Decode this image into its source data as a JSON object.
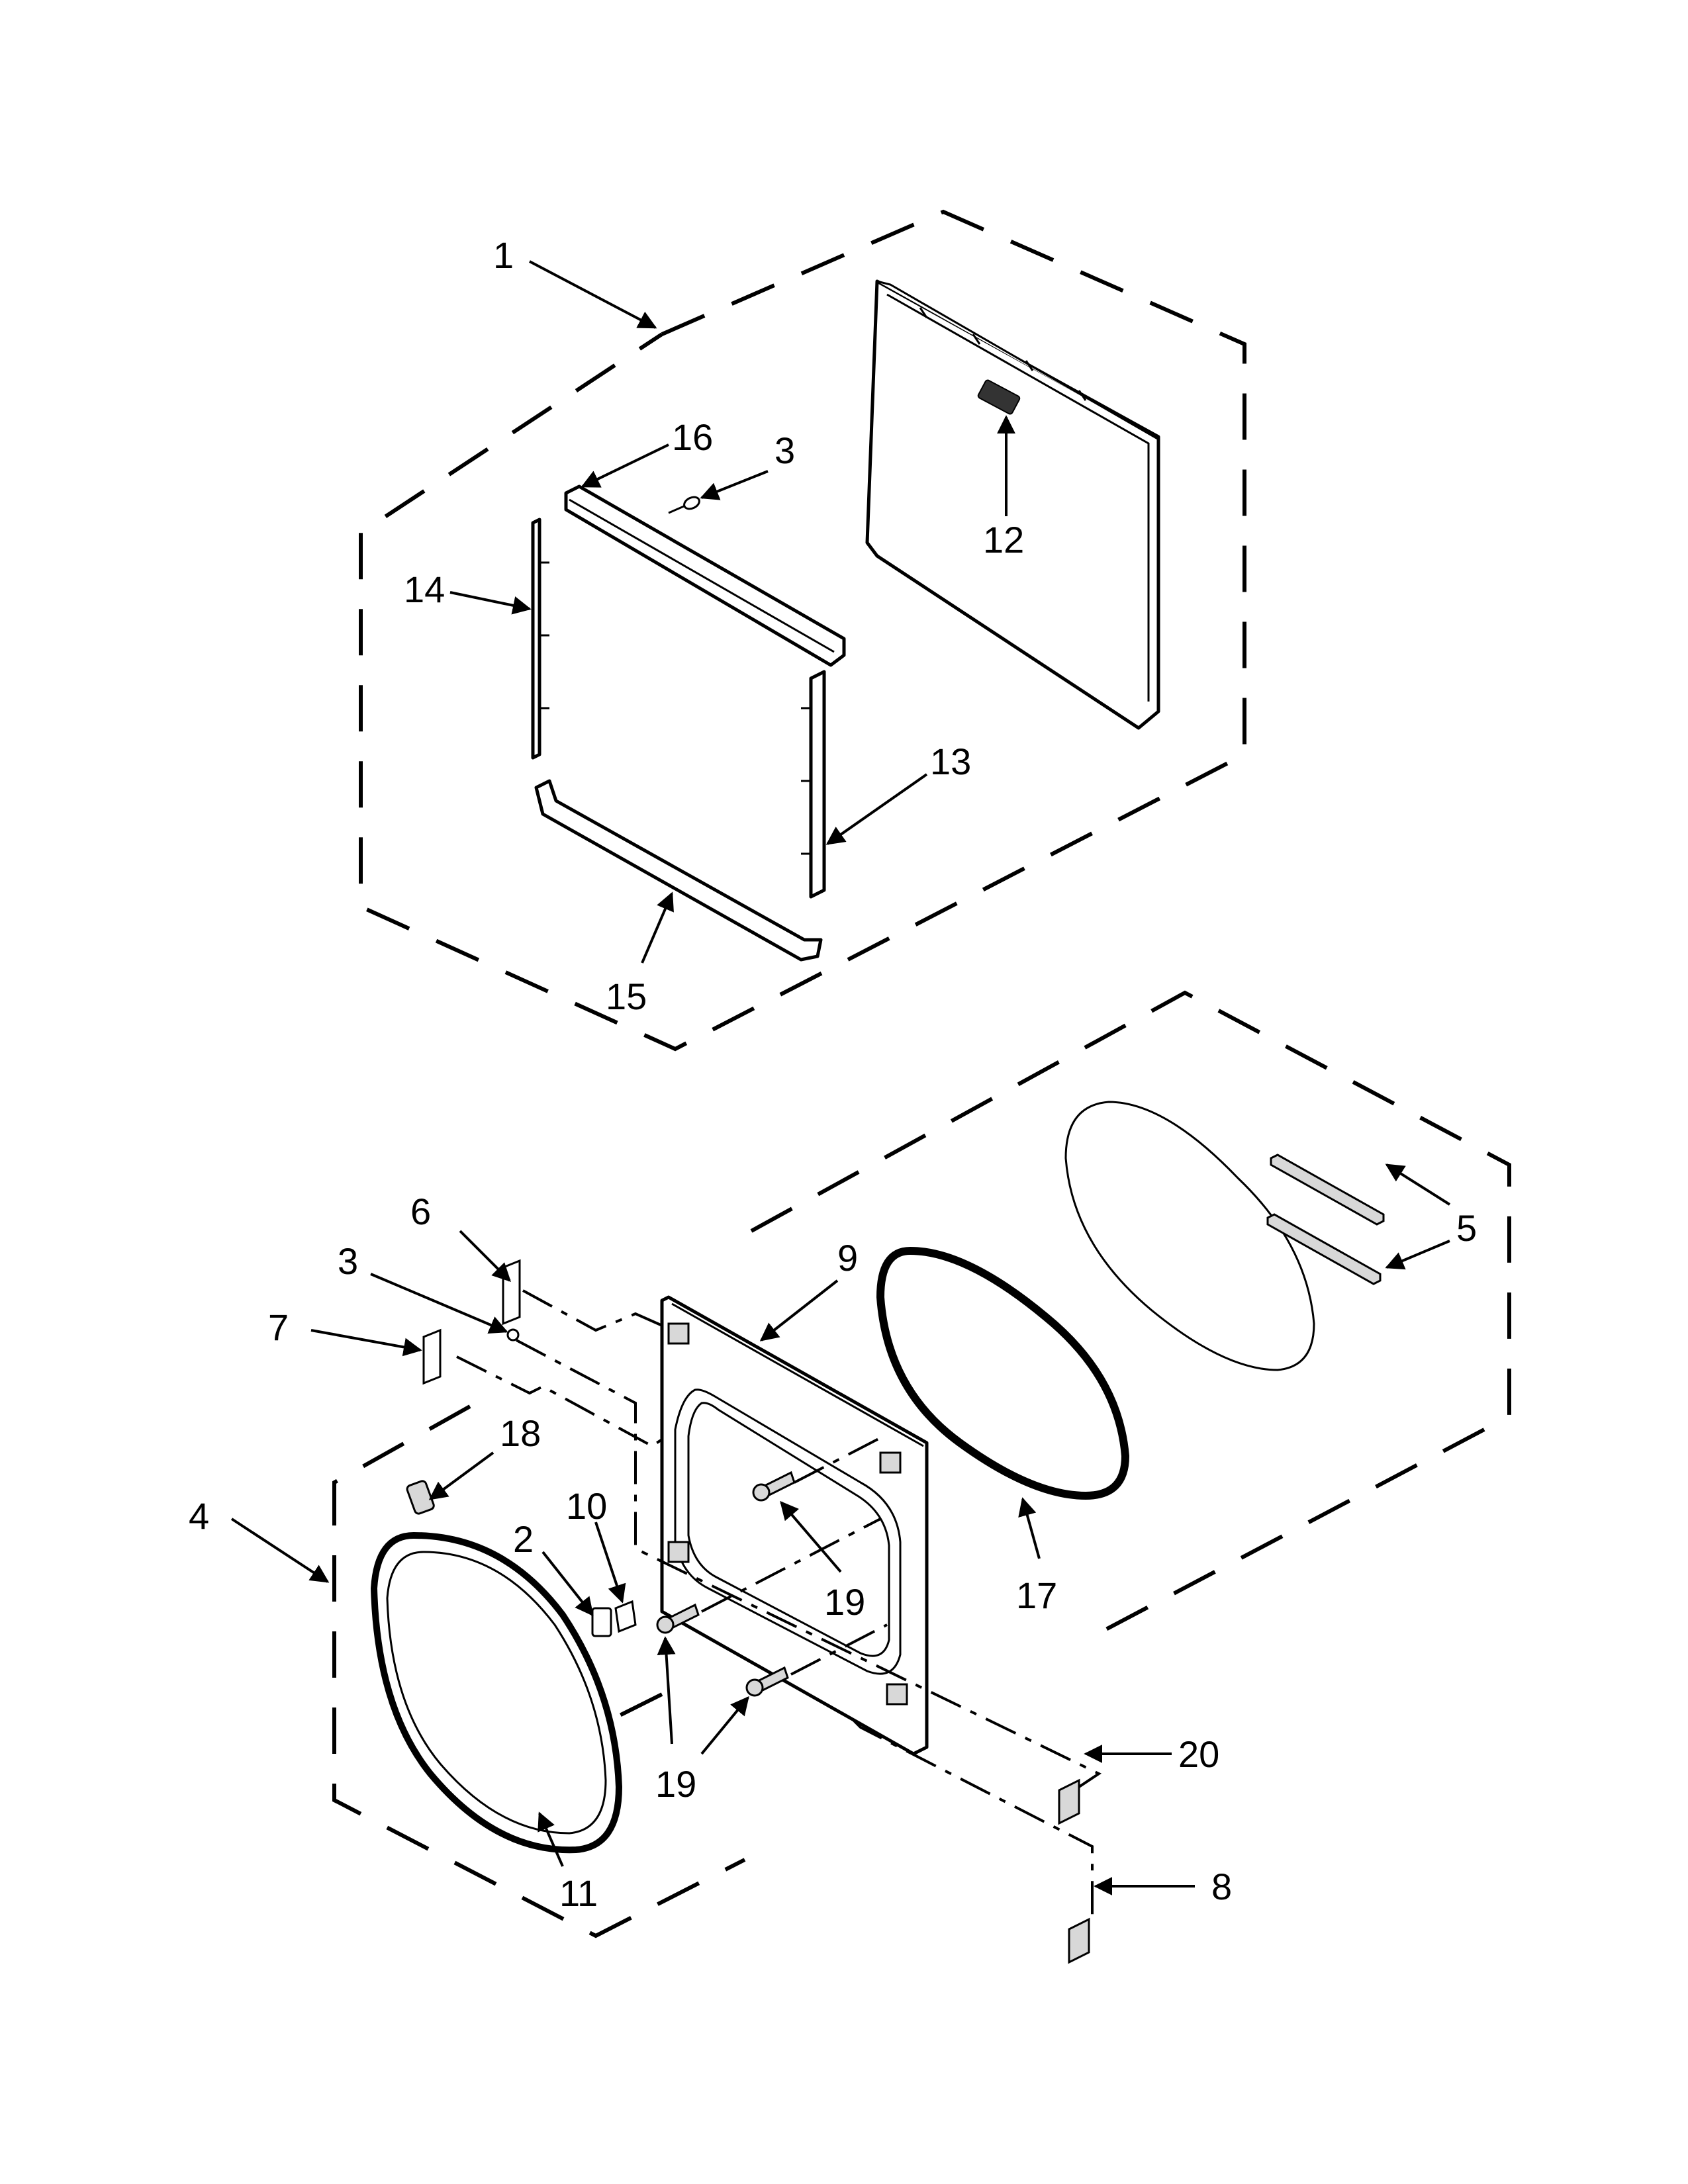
{
  "callouts": {
    "c1": "1",
    "c2": "2",
    "c3a": "3",
    "c3b": "3",
    "c4": "4",
    "c5": "5",
    "c6": "6",
    "c7": "7",
    "c8": "8",
    "c9": "9",
    "c10": "10",
    "c11": "11",
    "c12": "12",
    "c13": "13",
    "c14": "14",
    "c15": "15",
    "c16": "16",
    "c17": "17",
    "c18": "18",
    "c19a": "19",
    "c19b": "19",
    "c19c": "19",
    "c20": "20"
  }
}
